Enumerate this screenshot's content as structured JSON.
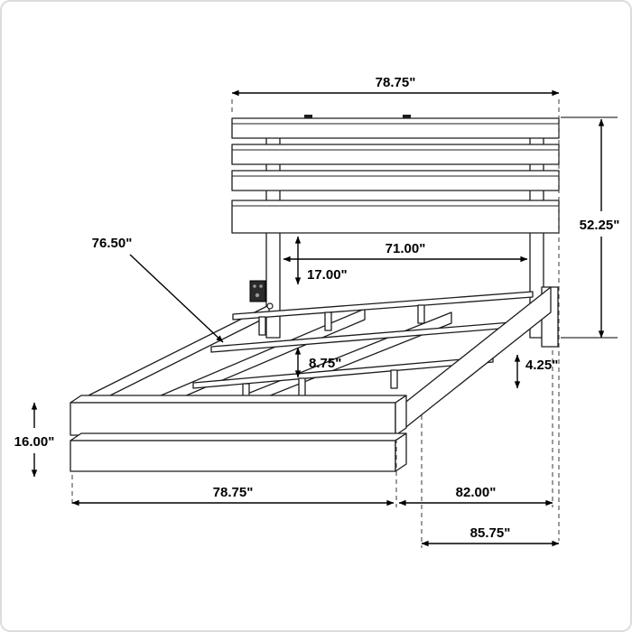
{
  "diagram": {
    "dimensions": {
      "headboard_width": "78.75\"",
      "headboard_height": "52.25\"",
      "headboard_inner_width": "71.00\"",
      "headboard_drop": "17.00\"",
      "slat_length": "76.50\"",
      "rail_height": "8.75\"",
      "clearance": "4.25\"",
      "footboard_height": "16.00\"",
      "footboard_width": "78.75\"",
      "frame_length": "82.00\"",
      "overall_length": "85.75\""
    }
  }
}
